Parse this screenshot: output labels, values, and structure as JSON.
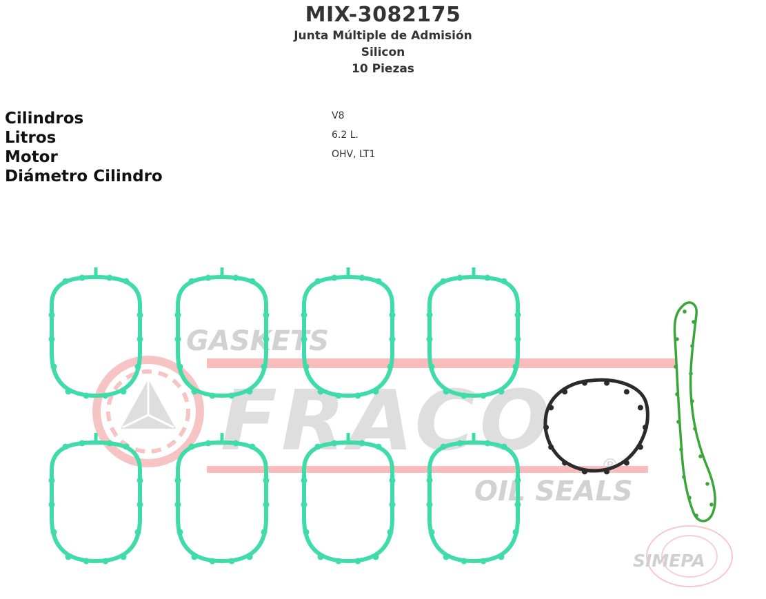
{
  "product": {
    "code": "MIX-3082175",
    "description_lines": [
      "Junta Múltiple de Admisión",
      "Silicon",
      "10 Piezas"
    ]
  },
  "specs": [
    {
      "label": "Cilindros",
      "value": "V8"
    },
    {
      "label": "Litros",
      "value": "6.2 L."
    },
    {
      "label": "Motor",
      "value": "OHV, LT1"
    },
    {
      "label": "Diámetro Cilindro",
      "value": ""
    }
  ],
  "watermark": {
    "brand_top": "GASKETS",
    "brand_main": "FRACO",
    "brand_bottom": "OIL SEALS",
    "registered": "®",
    "partner": "SIMEPA"
  },
  "colors": {
    "gasket_teal": "#3fdcaa",
    "oring_black": "#2b2b2b",
    "seal_green": "#3aa63a",
    "watermark_red": "#f08a8a",
    "watermark_gray": "#d8d8d8"
  }
}
